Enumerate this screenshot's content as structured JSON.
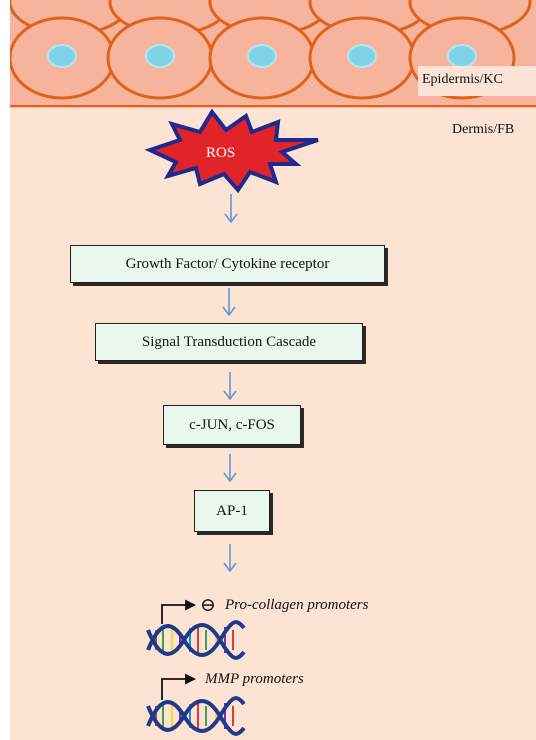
{
  "layers": {
    "epidermis_label": "Epidermis/KC",
    "dermis_label": "Dermis/FB"
  },
  "trigger": {
    "ros_label": "ROS"
  },
  "pathway": {
    "receptor": "Growth Factor/ Cytokine receptor",
    "cascade": "Signal Transduction Cascade",
    "tf_genes": "c-JUN, c-FOS",
    "complex": "AP-1"
  },
  "outcomes": {
    "inhibit_symbol": "⊖",
    "collagen": "Pro-collagen promoters",
    "mmp": "MMP promoters"
  },
  "colors": {
    "background": "#fde3d3",
    "cell_fill": "#f6b49c",
    "cell_border": "#e0621a",
    "nucleus": "#7ed3e6",
    "ros_fill": "#e2242a",
    "ros_border": "#1f2a8c",
    "box_fill": "#eaf7ec",
    "arrow": "#5f97d6"
  }
}
